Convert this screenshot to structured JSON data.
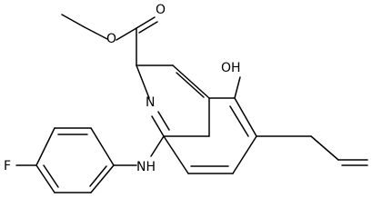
{
  "molecule": {
    "atoms": {
      "carbonyl_oxygen": "O",
      "ester_oxygen": "O",
      "ring_nitrogen": "N",
      "hydroxyl": "OH",
      "amine": "NH",
      "fluorine": "F"
    }
  }
}
